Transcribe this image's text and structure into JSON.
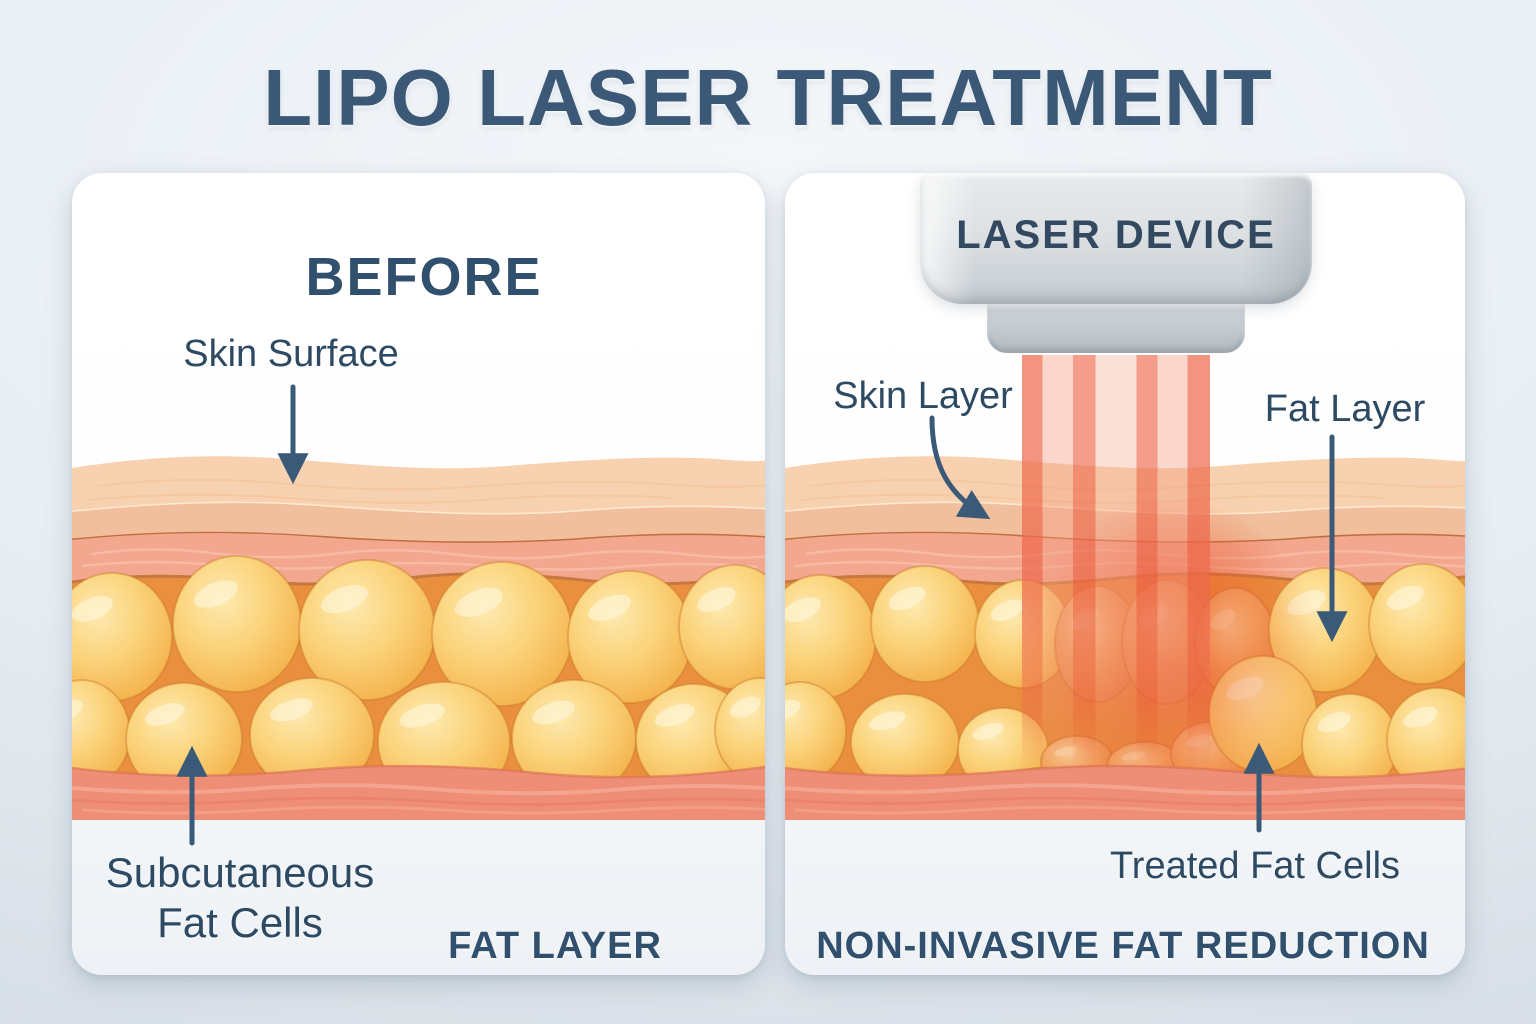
{
  "title": "LIPO LASER TREATMENT",
  "before_panel": {
    "heading": "BEFORE",
    "skin_surface_label": "Skin Surface",
    "subcutaneous_label": [
      "Subcutaneous",
      "Fat Cells"
    ],
    "caption": "FAT LAYER"
  },
  "after_panel": {
    "device_label": "LASER DEVICE",
    "skin_layer_label": "Skin Layer",
    "fat_layer_label": "Fat Layer",
    "treated_label": "Treated Fat Cells",
    "caption": "NON-INVASIVE FAT REDUCTION"
  },
  "colors": {
    "title_blue": "#3b5877",
    "label_blue": "#2e4a63",
    "arrow_blue": "#3a5a78",
    "epidermis": "#f8d2b0",
    "dermis": "#f3a78f",
    "fat_background": "#e98f3e",
    "fat_cell": "#fbd47c",
    "bottom_tissue": "#ef8e77",
    "laser_beam": "#ed6a4e",
    "device_gray": "#d6dbdf"
  }
}
